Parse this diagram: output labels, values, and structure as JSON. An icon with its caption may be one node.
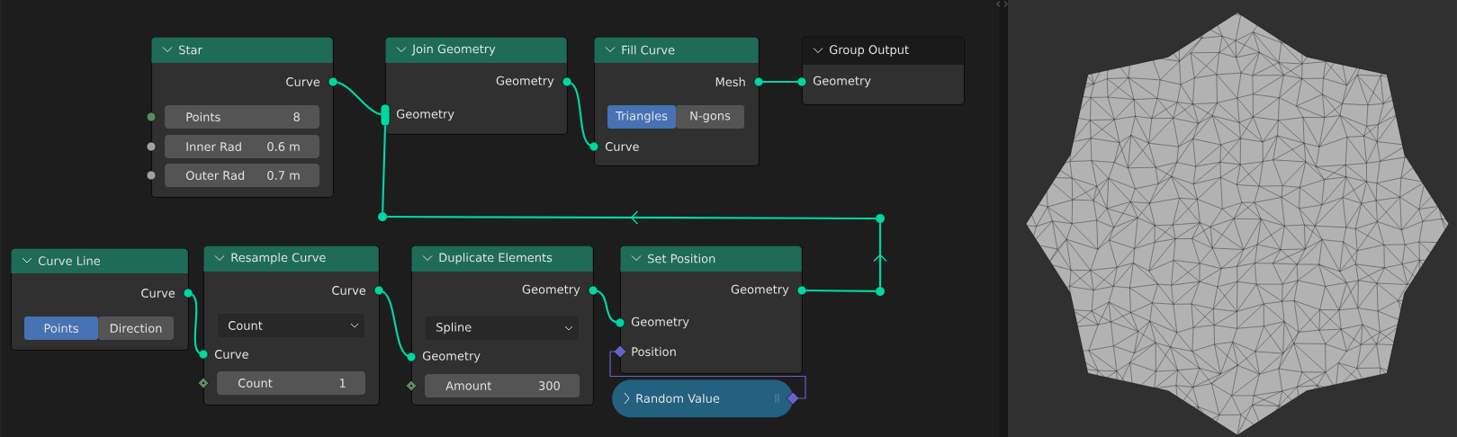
{
  "diagram": {
    "nodes": [
      {
        "text": [
          "Star",
          "Curve",
          "Points",
          "8",
          "Inner Rad",
          "0.6 m",
          "Outer Rad",
          "0.7 m"
        ]
      },
      {
        "text": [
          "Join Geometry",
          "Geometry",
          "Geometry"
        ]
      },
      {
        "text": [
          "Fill Curve",
          "Mesh",
          "Triangles",
          "N-gons",
          "Curve"
        ]
      },
      {
        "text": [
          "Group Output",
          "Geometry"
        ]
      },
      {
        "text": [
          "Curve Line",
          "Curve",
          "Points",
          "Direction"
        ]
      },
      {
        "text": [
          "Resample Curve",
          "Curve",
          "Count",
          "Curve",
          "Count",
          "1"
        ]
      },
      {
        "text": [
          "Duplicate Elements",
          "Geometry",
          "Spline",
          "Geometry",
          "Amount",
          "300"
        ]
      },
      {
        "text": [
          "Set Position",
          "Geometry",
          "Geometry",
          "Position"
        ]
      },
      {
        "text": [
          "Random Value"
        ]
      },
      {
        "text": [],
        "shape": "circle"
      },
      {
        "text": [],
        "shape": "circle"
      },
      {
        "text": [],
        "shape": "circle"
      }
    ],
    "edges": [
      {
        "from": 0,
        "to": 1,
        "arrow": "none"
      },
      {
        "from": 1,
        "to": 2,
        "arrow": "none"
      },
      {
        "from": 2,
        "to": 3,
        "arrow": "none"
      },
      {
        "from": 4,
        "to": 5,
        "arrow": "none"
      },
      {
        "from": 5,
        "to": 6,
        "arrow": "none"
      },
      {
        "from": 6,
        "to": 7,
        "arrow": "none"
      },
      {
        "from": 7,
        "to": 9,
        "arrow": "none"
      },
      {
        "from": 9,
        "to": 10,
        "arrow": "to"
      },
      {
        "from": 10,
        "to": 11,
        "arrow": "to"
      },
      {
        "from": 11,
        "to": 1,
        "arrow": "none"
      },
      {
        "from": 8,
        "to": 7,
        "arrow": "none",
        "color": "#6363c7"
      }
    ]
  }
}
